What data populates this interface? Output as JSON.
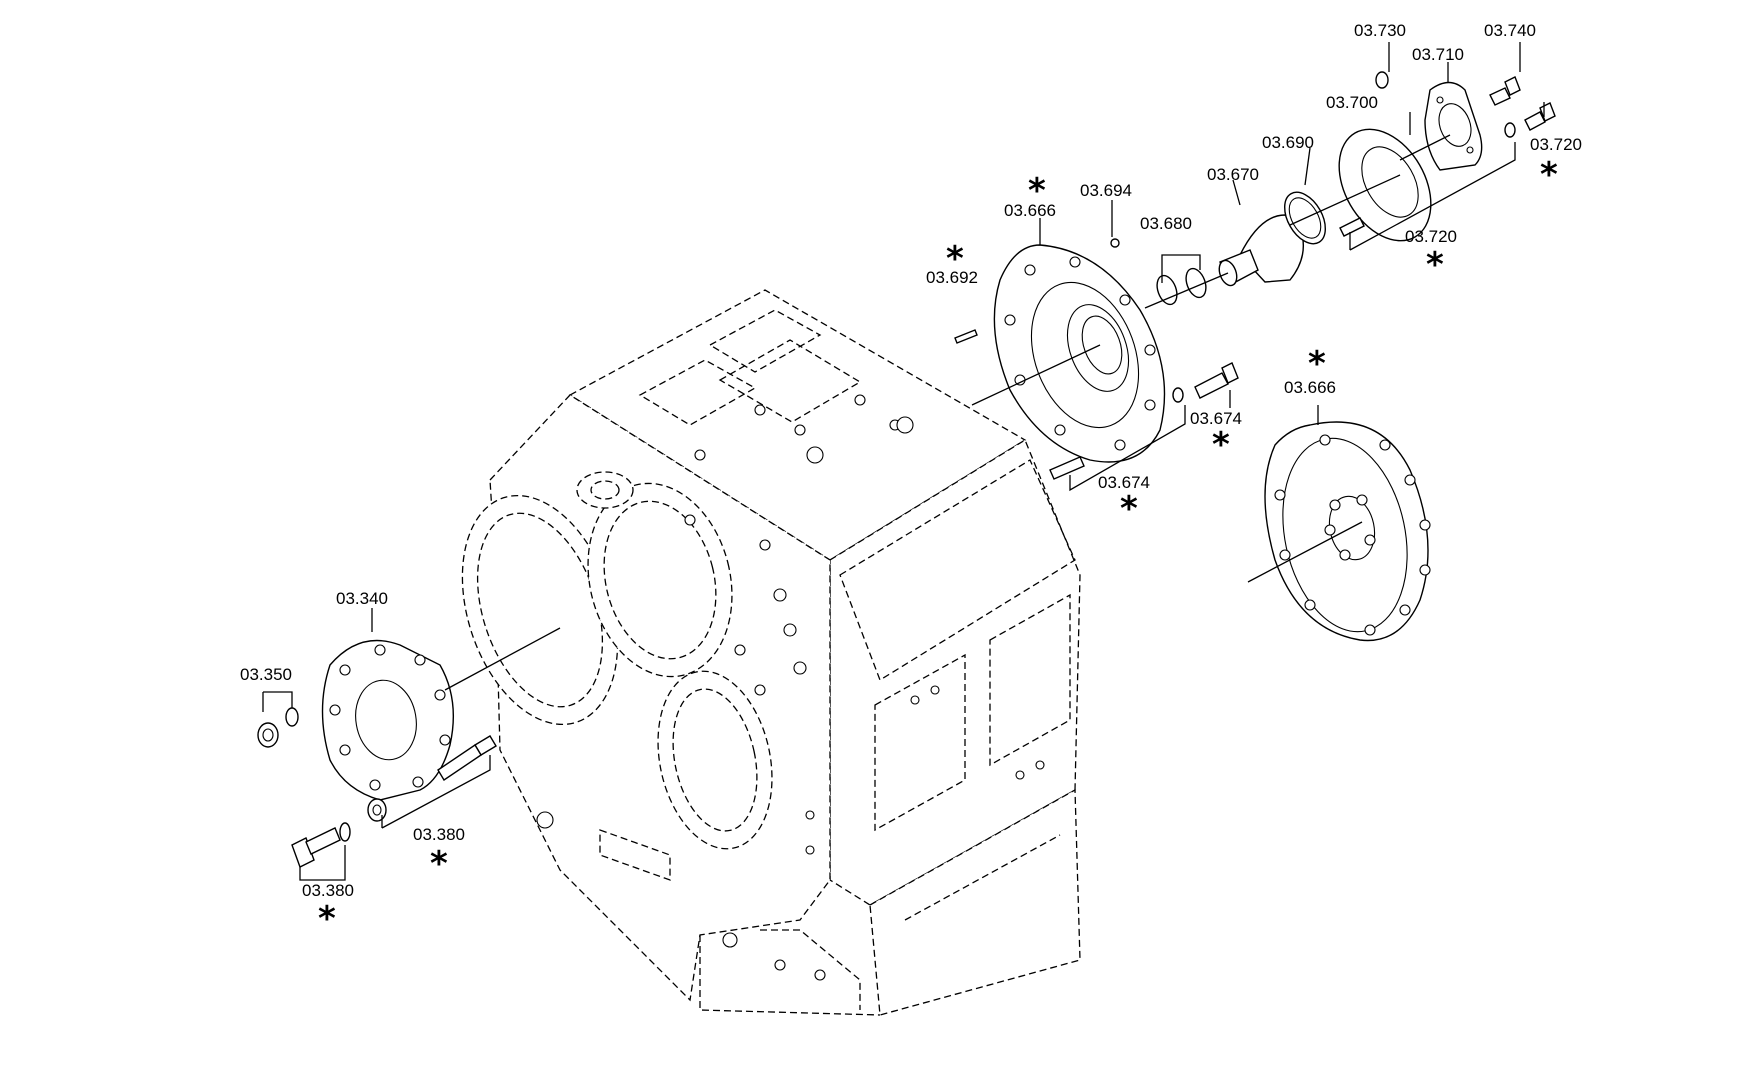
{
  "labels": {
    "l03730": "03.730",
    "l03740": "03.740",
    "l03710": "03.710",
    "l03700": "03.700",
    "l03720a": "03.720",
    "l03690": "03.690",
    "l03694": "03.694",
    "l03670": "03.670",
    "l03666a": "03.666",
    "l03680": "03.680",
    "l03720b": "03.720",
    "l03692": "03.692",
    "l03666b": "03.666",
    "l03674a": "03.674",
    "l03674b": "03.674",
    "l03340": "03.340",
    "l03350": "03.350",
    "l03380a": "03.380",
    "l03380b": "03.380"
  },
  "marker": "*"
}
